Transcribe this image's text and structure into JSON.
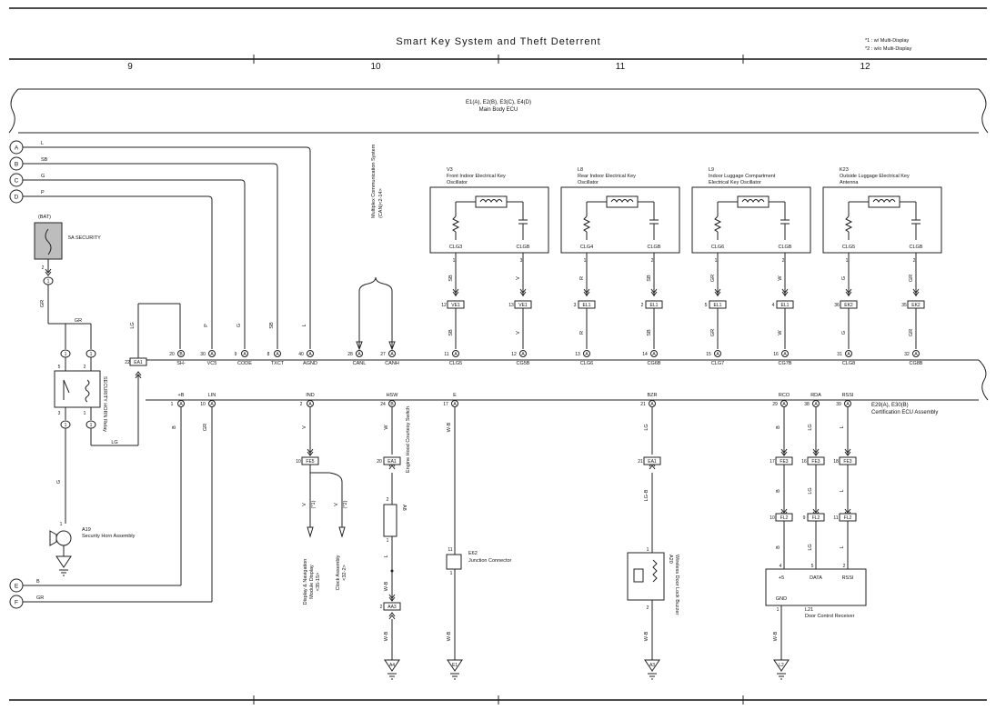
{
  "title": "Smart Key System and Theft Deterrent",
  "notes": [
    "*1 : w/ Multi-Display",
    "*2 : w/o Multi-Display"
  ],
  "columns": [
    "9",
    "10",
    "11",
    "12"
  ],
  "main_body_ecu": {
    "ref": "E1(A), E2(B), E3(C), E4(D)",
    "name": "Main Body ECU"
  },
  "cert_ecu": {
    "ref": "E29(A), E30(B)",
    "name": "Certification ECU Assembly"
  },
  "connectors": {
    "top_left": [
      {
        "id": "A",
        "wire": "L"
      },
      {
        "id": "B",
        "wire": "SB"
      },
      {
        "id": "C",
        "wire": "G"
      },
      {
        "id": "D",
        "wire": "P"
      }
    ],
    "bottom_left": [
      {
        "id": "E",
        "wire": "B"
      },
      {
        "id": "F",
        "wire": "GR"
      }
    ]
  },
  "fuse": {
    "bat": "(BAT)",
    "label": "5A SECURITY",
    "pin": "2",
    "conn": "1",
    "wire": "GR"
  },
  "relay": {
    "name": "SECURITY HORN Relay",
    "pins_top": [
      "1",
      "1"
    ],
    "pins_top_nums": [
      "5",
      "2"
    ],
    "pins_bot": [
      "1",
      "1"
    ],
    "pins_bot_nums": [
      "3",
      "1"
    ],
    "wire_top": "GR",
    "wire_bot": "LG",
    "wire_out": "G"
  },
  "horn": {
    "pin": "1",
    "ref": "A19",
    "name": "Security Horn Assembly"
  },
  "mbecu_pins": [
    {
      "num": "20",
      "conn": "B",
      "name": "SH-",
      "wire": "P"
    },
    {
      "num": "30",
      "conn": "A",
      "name": "VC5",
      "wire": "P"
    },
    {
      "num": "9",
      "conn": "A",
      "name": "CODE",
      "wire": "G"
    },
    {
      "num": "8",
      "conn": "A",
      "name": "TXCT",
      "wire": "SB"
    },
    {
      "num": "40",
      "conn": "A",
      "name": "AGND",
      "wire": "L"
    },
    {
      "num": "28",
      "conn": "A",
      "name": "CANL",
      "wire": ""
    },
    {
      "num": "27",
      "conn": "A",
      "name": "CANH",
      "wire": ""
    }
  ],
  "ea1_left": {
    "num": "22",
    "conn": "EA1",
    "wire": "LG"
  },
  "can_label": [
    "Multiplex Communication System",
    "(CAN)<2-14>"
  ],
  "oscillators": [
    {
      "ref": "V3",
      "name1": "Front Indoor Electrical Key",
      "name2": "Oscillator",
      "pinL": "CLG3",
      "pinR": "CLGB",
      "nL": "1",
      "nR": "3",
      "wL": "SB",
      "wR": "V",
      "jL": "12",
      "jR": "13",
      "jc": "VE1",
      "eL": "11",
      "eR": "12",
      "cL": "CLG5",
      "cR": "CG5B"
    },
    {
      "ref": "L8",
      "name1": "Rear Indoor Electrical Key",
      "name2": "Oscillator",
      "pinL": "CLG4",
      "pinR": "CLGB",
      "nL": "1",
      "nR": "2",
      "wL": "R",
      "wR": "SB",
      "jL": "3",
      "jR": "2",
      "jc": "EL1",
      "eL": "13",
      "eR": "14",
      "cL": "CLG6",
      "cR": "CG6B"
    },
    {
      "ref": "L9",
      "name1": "Indoor Luggage Compartment",
      "name2": "Electrical Key Oscillator",
      "pinL": "CLG6",
      "pinR": "CLGB",
      "nL": "1",
      "nR": "2",
      "wL": "GR",
      "wR": "W",
      "jL": "5",
      "jR": "4",
      "jc": "EL1",
      "eL": "15",
      "eR": "16",
      "cL": "CLG7",
      "cR": "CG7B"
    },
    {
      "ref": "K23",
      "name1": "Outside Luggage Electrical Key",
      "name2": "Antenna",
      "pinL": "CLG5",
      "pinR": "CLGB",
      "nL": "1",
      "nR": "2",
      "wL": "G",
      "wR": "GR",
      "jL": "36",
      "jR": "35",
      "jc": "EK2",
      "eL": "31",
      "eR": "32",
      "cL": "CLG8",
      "cR": "CG8B"
    }
  ],
  "osc_lower_wires": [
    [
      "SB",
      "V"
    ],
    [
      "R",
      "SB"
    ],
    [
      "GR",
      "W"
    ],
    [
      "G",
      "GR"
    ]
  ],
  "lower_pins": [
    {
      "num": "1",
      "conn": "A",
      "name": "+B",
      "wire": "B"
    },
    {
      "num": "10",
      "conn": "A",
      "name": "LIN",
      "wire": "GR"
    },
    {
      "num": "2",
      "conn": "A",
      "name": "IND",
      "wire": "V"
    },
    {
      "num": "24",
      "conn": "B",
      "name": "HSW",
      "wire": "W"
    },
    {
      "num": "17",
      "conn": "A",
      "name": "E",
      "wire": "W-B"
    },
    {
      "num": "21",
      "conn": "A",
      "name": "BZR",
      "wire": "LG"
    },
    {
      "num": "29",
      "conn": "A",
      "name": "RCO",
      "wire": "B"
    },
    {
      "num": "38",
      "conn": "A",
      "name": "RDA",
      "wire": "LG"
    },
    {
      "num": "39",
      "conn": "A",
      "name": "RSSI",
      "wire": "L"
    }
  ],
  "ind_branch": {
    "junction": "FE5",
    "num": "10",
    "w1": "V",
    "w2": "V",
    "n1": "(*1)",
    "n2": "(*2)",
    "dest1": [
      "Display & Navigation",
      "Module Display",
      "<35-15>"
    ],
    "dest2": [
      "Clock Assembly",
      "<32-2>"
    ]
  },
  "hood": {
    "junction": "EA1",
    "num": "20",
    "ref": "A8",
    "name": "Engine Hood Courtesy Switch",
    "p2": "2",
    "p1": "1",
    "w_mid": "L",
    "w_low": "W-B",
    "aa3": "AA3",
    "aa3n": "2",
    "ground": "A4"
  },
  "junction_e62": {
    "ref": "E62",
    "name": "Junction Connector",
    "p11": "11",
    "p1": "1",
    "wire": "W-B",
    "ground": "E1"
  },
  "buzzer": {
    "junction": "EA1",
    "num": "21",
    "wire_up": "LG",
    "wire_mid": "LG-B",
    "ref": "A20",
    "name": "Wireless Door Lock Buzzer",
    "p1": "1",
    "p2": "2",
    "wire_low": "W-B",
    "ground": "A3"
  },
  "receiver": {
    "fe3": [
      "17",
      "16",
      "18"
    ],
    "fe3c": "FE3",
    "fl2": [
      "10",
      "9",
      "11"
    ],
    "fl2c": "FL2",
    "wires_mid": [
      "B",
      "LG",
      "L"
    ],
    "wires_low": [
      "B",
      "LG",
      "L"
    ],
    "pins": [
      "4",
      "5",
      "2"
    ],
    "pin_names": [
      "+5",
      "DATA",
      "RSSI"
    ],
    "gnd": "GND",
    "gnd_pin": "1",
    "ref": "L21",
    "name": "Door Control Receiver",
    "wire": "W-B",
    "ground": "L2"
  }
}
